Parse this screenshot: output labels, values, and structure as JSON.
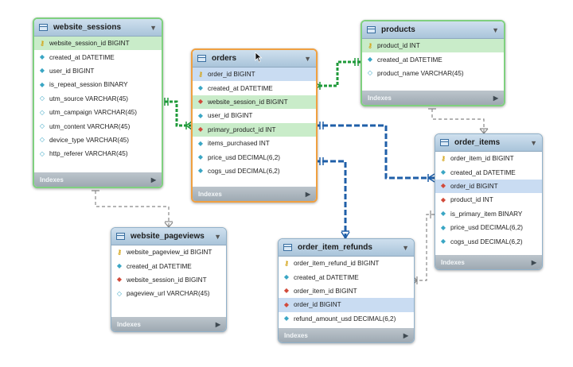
{
  "tables": {
    "website_sessions": {
      "name": "website_sessions",
      "columns": [
        {
          "text": "website_session_id BIGINT",
          "kind": "pk"
        },
        {
          "text": "created_at DATETIME",
          "kind": "col"
        },
        {
          "text": "user_id BIGINT",
          "kind": "col"
        },
        {
          "text": "is_repeat_session BINARY",
          "kind": "col"
        },
        {
          "text": "utm_source VARCHAR(45)",
          "kind": "col"
        },
        {
          "text": "utm_campaign VARCHAR(45)",
          "kind": "col"
        },
        {
          "text": "utm_content VARCHAR(45)",
          "kind": "col"
        },
        {
          "text": "device_type VARCHAR(45)",
          "kind": "col"
        },
        {
          "text": "http_referer VARCHAR(45)",
          "kind": "col"
        }
      ],
      "footer": "Indexes"
    },
    "orders": {
      "name": "orders",
      "columns": [
        {
          "text": "order_id BIGINT",
          "kind": "pk"
        },
        {
          "text": "created_at DATETIME",
          "kind": "col"
        },
        {
          "text": "website_session_id BIGINT",
          "kind": "fk"
        },
        {
          "text": "user_id BIGINT",
          "kind": "col"
        },
        {
          "text": "primary_product_id INT",
          "kind": "fk"
        },
        {
          "text": "items_purchased INT",
          "kind": "col"
        },
        {
          "text": "price_usd DECIMAL(6,2)",
          "kind": "col"
        },
        {
          "text": "cogs_usd DECIMAL(6,2)",
          "kind": "col"
        }
      ],
      "footer": "Indexes"
    },
    "products": {
      "name": "products",
      "columns": [
        {
          "text": "product_id INT",
          "kind": "pk"
        },
        {
          "text": "created_at DATETIME",
          "kind": "col"
        },
        {
          "text": "product_name VARCHAR(45)",
          "kind": "col"
        }
      ],
      "footer": "Indexes"
    },
    "order_items": {
      "name": "order_items",
      "columns": [
        {
          "text": "order_item_id BIGINT",
          "kind": "pk"
        },
        {
          "text": "created_at DATETIME",
          "kind": "col"
        },
        {
          "text": "order_id BIGINT",
          "kind": "fk"
        },
        {
          "text": "product_id INT",
          "kind": "fk"
        },
        {
          "text": "is_primary_item BINARY",
          "kind": "col"
        },
        {
          "text": "price_usd DECIMAL(6,2)",
          "kind": "col"
        },
        {
          "text": "cogs_usd DECIMAL(6,2)",
          "kind": "col"
        }
      ],
      "footer": "Indexes"
    },
    "website_pageviews": {
      "name": "website_pageviews",
      "columns": [
        {
          "text": "website_pageview_id BIGINT",
          "kind": "pk"
        },
        {
          "text": "created_at DATETIME",
          "kind": "col"
        },
        {
          "text": "website_session_id BIGINT",
          "kind": "fk"
        },
        {
          "text": "pageview_url VARCHAR(45)",
          "kind": "col"
        }
      ],
      "footer": "Indexes"
    },
    "order_item_refunds": {
      "name": "order_item_refunds",
      "columns": [
        {
          "text": "order_item_refund_id BIGINT",
          "kind": "pk"
        },
        {
          "text": "created_at DATETIME",
          "kind": "col"
        },
        {
          "text": "order_item_id BIGINT",
          "kind": "fk"
        },
        {
          "text": "order_id BIGINT",
          "kind": "fk"
        },
        {
          "text": "refund_amount_usd DECIMAL(6,2)",
          "kind": "col"
        }
      ],
      "footer": "Indexes"
    }
  },
  "colors": {
    "green_selection": "#7fd07f",
    "orange_selection": "#f0a040",
    "relation_green": "#1f9a3a",
    "relation_blue": "#1f5fa8",
    "relation_gray": "#888888"
  }
}
